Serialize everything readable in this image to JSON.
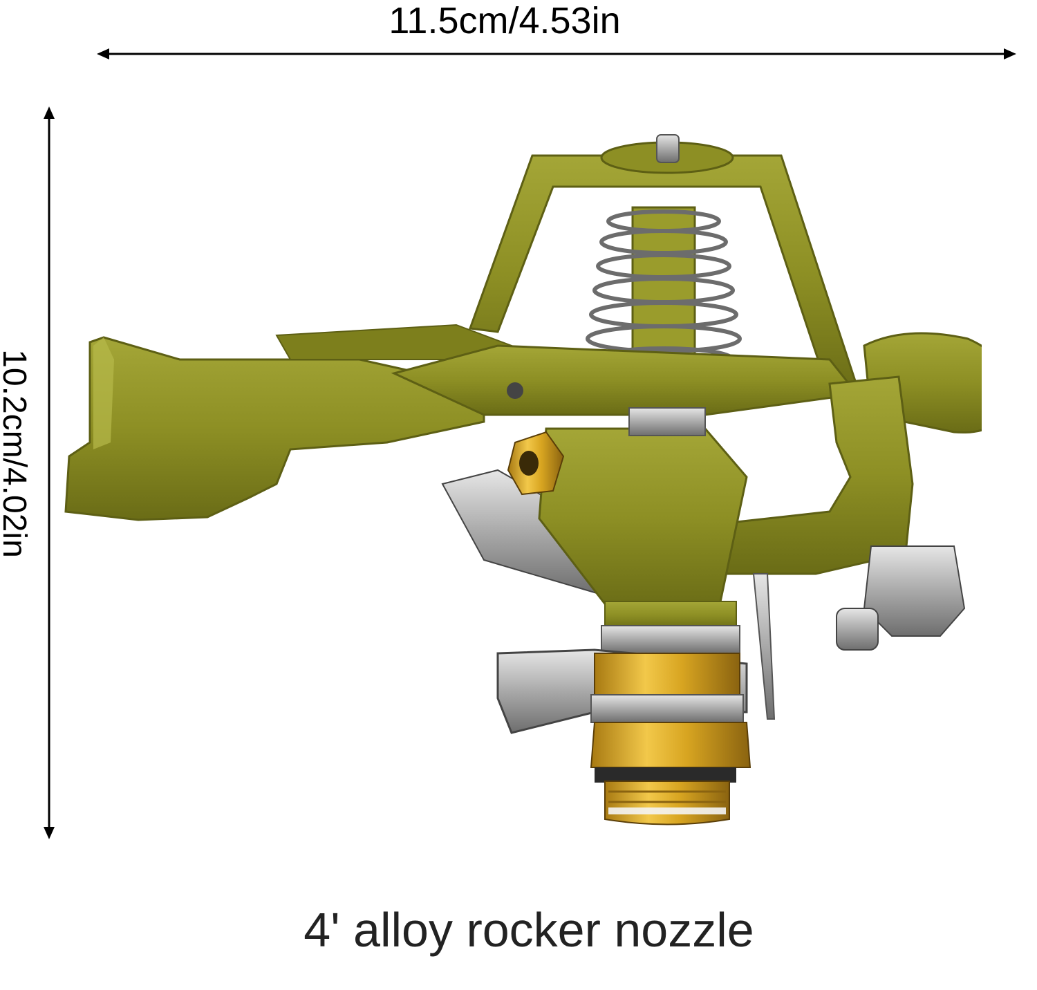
{
  "dimensions": {
    "width_label": "11.5cm/4.53in",
    "height_label": "10.2cm/4.02in"
  },
  "caption": "4' alloy rocker nozzle",
  "colors": {
    "body_green": "#8d8f24",
    "body_green_dark": "#5d5f14",
    "brass": "#d8a521",
    "steel": "#b8b8b8",
    "arrow": "#000000"
  }
}
